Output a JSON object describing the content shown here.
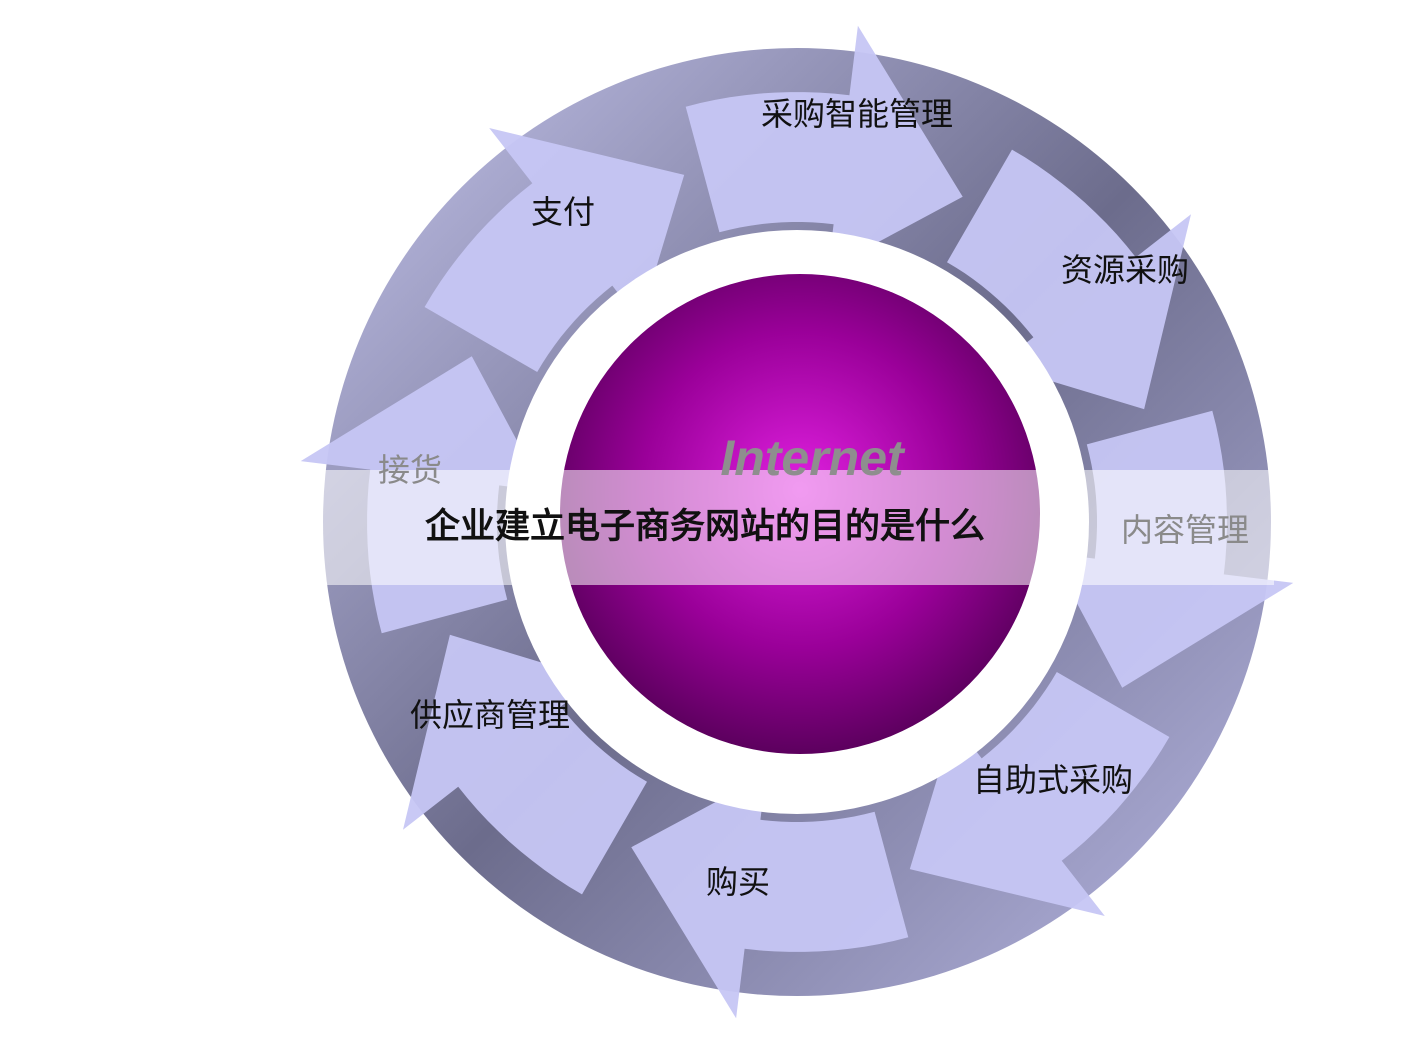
{
  "title": "企业建立电子商务网站的目的是什么",
  "center_label": "Internet",
  "cycle_labels": [
    "采购智能管理",
    "资源采购",
    "内容管理",
    "自助式采购",
    "购买",
    "供应商管理",
    "接货",
    "支付"
  ],
  "colors": {
    "ring_dark": "#5f5f80",
    "ring_light": "#c4c4ee",
    "arrow": "#c6c6f4",
    "sphere_center": "#e020e0",
    "sphere_edge": "#6a0070"
  }
}
